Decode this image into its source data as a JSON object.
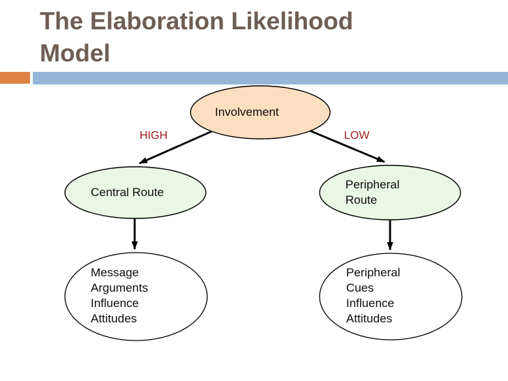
{
  "slide": {
    "title": "The Elaboration Likelihood Model",
    "title_color": "#6e5d55",
    "background": "#ffffff"
  },
  "decor": {
    "orange_block_color": "#de8445",
    "blue_bar_color": "#95b6d6"
  },
  "diagram": {
    "nodes": {
      "involvement": {
        "label": "Involvement",
        "fill": "#fcdfc0",
        "outline": "#000000"
      },
      "central_route": {
        "label": "Central Route",
        "fill": "#e9f8e4",
        "outline": "#000000"
      },
      "peripheral_route": {
        "label": "Peripheral Route",
        "fill": "#e9f8e4",
        "outline": "#000000"
      },
      "message_arguments": {
        "label": "Message Arguments Influence Attitudes",
        "fill": "#ffffff",
        "outline": "#000000"
      },
      "peripheral_cues": {
        "label": "Peripheral Cues Influence Attitudes",
        "fill": "#ffffff",
        "outline": "#000000"
      }
    },
    "edge_labels": {
      "high": "HIGH",
      "low": "LOW",
      "color": "#a01d1d"
    }
  }
}
